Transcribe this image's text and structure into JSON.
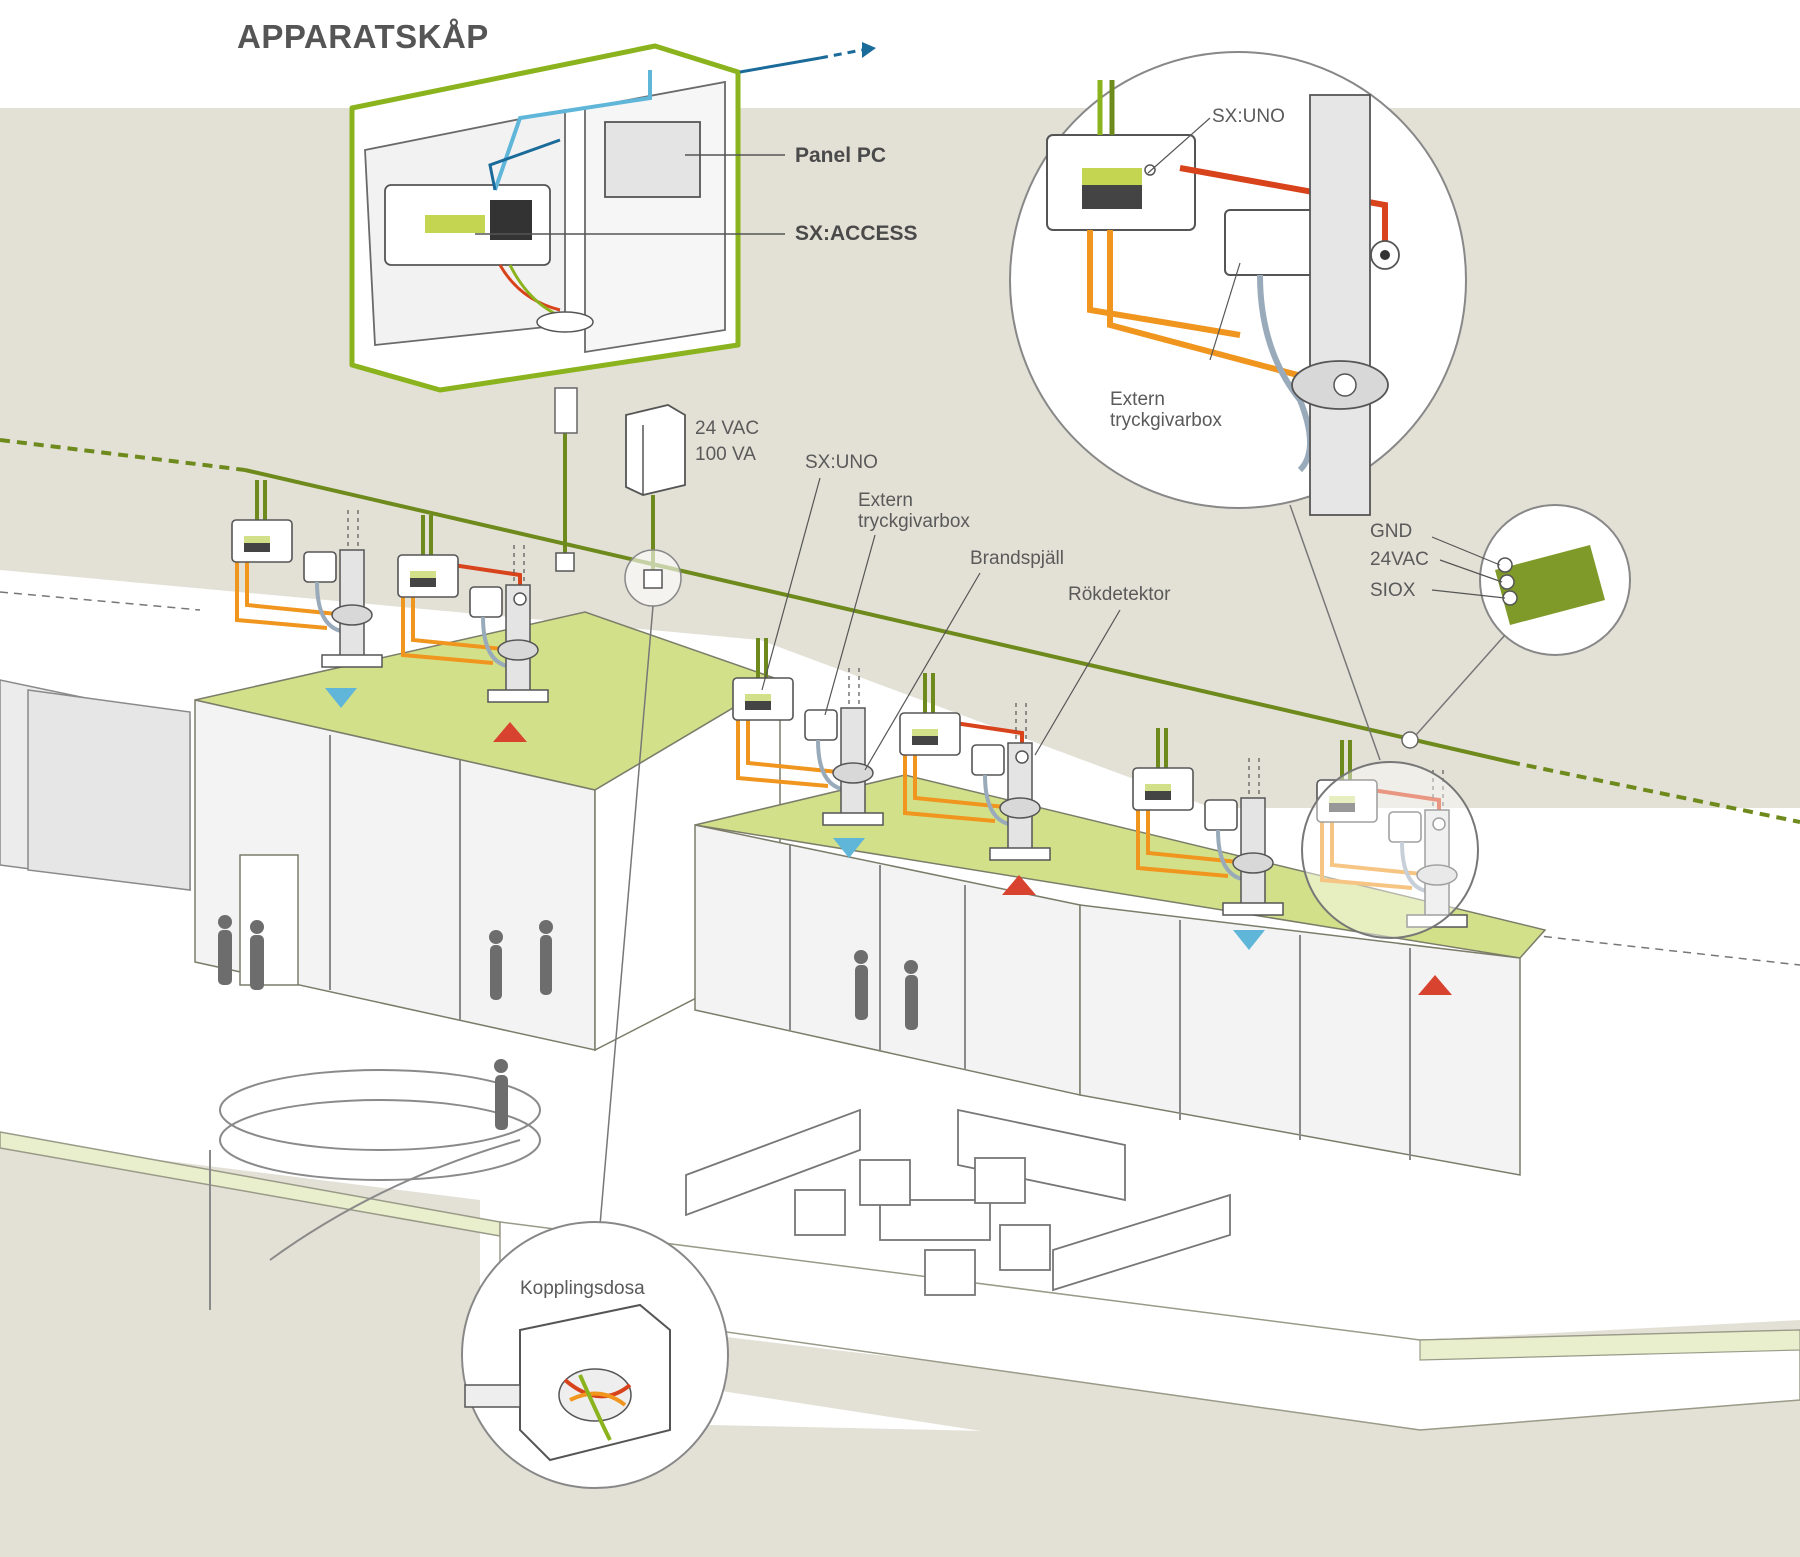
{
  "title": "APPARATSKÅP",
  "cabinet": {
    "panel_pc_label": "Panel PC",
    "sx_access_label": "SX:ACCESS"
  },
  "power_supply": {
    "voltage_label": "24 VAC",
    "power_label": "100 VA"
  },
  "callouts": {
    "sx_uno": "SX:UNO",
    "extern_line1": "Extern",
    "extern_line2": "tryckgivarbox",
    "brandspjall": "Brandspjäll",
    "rokdetektor": "Rökdetektor"
  },
  "detail_circle": {
    "sx_uno": "SX:UNO",
    "extern_line1": "Extern",
    "extern_line2": "tryckgivarbox"
  },
  "cable_circle": {
    "gnd": "GND",
    "vac": "24VAC",
    "siox": "SIOX"
  },
  "junction_circle": {
    "label": "Kopplingsdosa"
  },
  "colors": {
    "bus_green": "#6e8a1c",
    "floor_green": "#d3e08a",
    "wall_grey": "#e3e1d6",
    "power_orange": "#f0951e",
    "signal_red": "#d8431c",
    "supply_blue": "#5fb6d9",
    "return_red": "#d8432f"
  }
}
